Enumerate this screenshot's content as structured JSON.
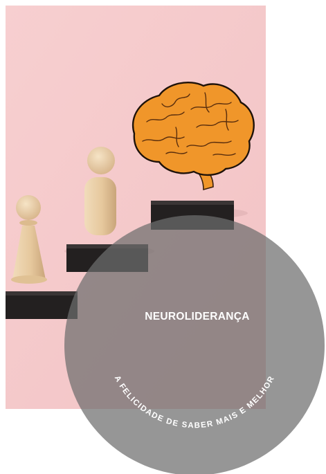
{
  "badge": {
    "title": "NEUROLIDERANÇA",
    "tagline": "A FELICIDADE DE SABER MAIS E MELHOR"
  },
  "colors": {
    "background": "#ffffff",
    "photo_pink": "#f5c9cb",
    "circle_gray": "#6e6e6e",
    "text": "#ffffff",
    "brain_orange": "#f0962a",
    "step_black": "#252222",
    "wood": "#e9cfa8"
  },
  "icons": [
    "brain-illustration",
    "pawn-figure",
    "peg-figure",
    "step-block"
  ]
}
